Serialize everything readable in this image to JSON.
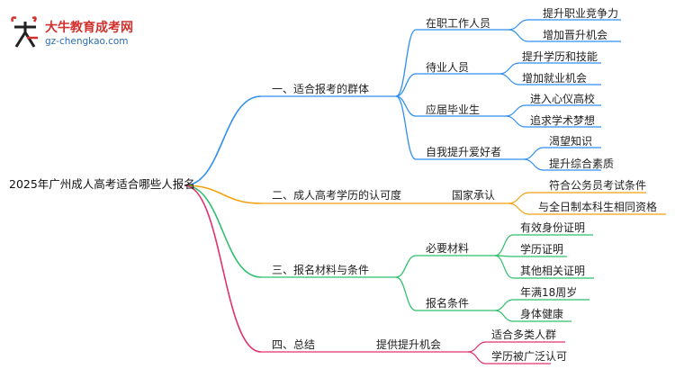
{
  "logo": {
    "title": "大牛教育成考网",
    "url": "gz-chengkao.com"
  },
  "root": "2025年广州成人高考适合哪些人报名",
  "branches": [
    {
      "label": "一、适合报考的群体",
      "color": "#2f8ff0",
      "children": [
        {
          "label": "在职工作人员",
          "children": [
            "提升职业竞争力",
            "增加晋升机会"
          ]
        },
        {
          "label": "待业人员",
          "children": [
            "提升学历和技能",
            "增加就业机会"
          ]
        },
        {
          "label": "应届毕业生",
          "children": [
            "进入心仪高校",
            "追求学术梦想"
          ]
        },
        {
          "label": "自我提升爱好者",
          "children": [
            "渴望知识",
            "提升综合素质"
          ]
        }
      ]
    },
    {
      "label": "二、成人高考学历的认可度",
      "color": "#f2a20c",
      "children": [
        {
          "label": "国家承认",
          "children": [
            "符合公务员考试条件",
            "与全日制本科生相同资格"
          ]
        }
      ]
    },
    {
      "label": "三、报名材料与条件",
      "color": "#2fbf6c",
      "children": [
        {
          "label": "必要材料",
          "children": [
            "有效身份证明",
            "学历证明",
            "其他相关证明"
          ]
        },
        {
          "label": "报名条件",
          "children": [
            "年满18周岁",
            "身体健康"
          ]
        }
      ]
    },
    {
      "label": "四、总结",
      "color": "#e0306b",
      "children": [
        {
          "label": "提供提升机会",
          "children": [
            "适合多类人群",
            "学历被广泛认可"
          ]
        }
      ]
    }
  ]
}
